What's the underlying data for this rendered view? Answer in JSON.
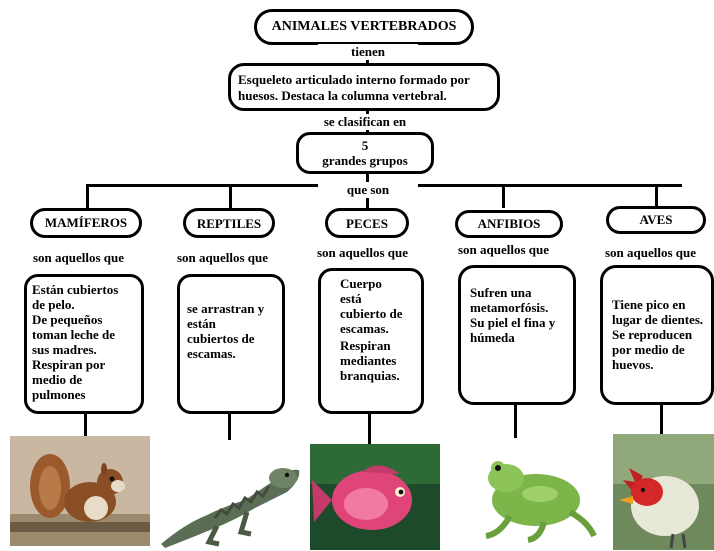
{
  "title": "ANIMALES VERTEBRADOS",
  "link_tienen": "tienen",
  "description": [
    "Esqueleto articulado interno formado por",
    "huesos.  Destaca la columna vertebral."
  ],
  "link_se_clasifican": "se clasifican en",
  "groups_count": "5",
  "groups_label": "grandes grupos",
  "link_que_son": "que son",
  "link_son_aquellos": "son aquellos que",
  "groups": [
    {
      "name": "MAMÍFEROS",
      "description": [
        "Están cubiertos",
        "de pelo.",
        "De pequeños",
        "toman leche de",
        "sus madres.",
        "Respiran por",
        "medio de",
        "pulmones"
      ],
      "image_icon": "squirrel-photo"
    },
    {
      "name": "REPTILES",
      "description": [
        "se arrastran y",
        "están",
        "cubiertos de",
        "escamas."
      ],
      "image_icon": "iguana-photo"
    },
    {
      "name": "PECES",
      "description": [
        "Cuerpo",
        "está",
        "cubierto de",
        "escamas.",
        "Respiran",
        "mediantes",
        "branquias."
      ],
      "image_icon": "fish-photo"
    },
    {
      "name": "ANFIBIOS",
      "description": [
        "Sufren una",
        "metamorfósis.",
        "Su piel el fina y",
        "húmeda"
      ],
      "image_icon": "frog-photo"
    },
    {
      "name": "AVES",
      "description": [
        "Tiene pico en",
        "lugar de dientes.",
        "Se reproducen",
        "por medio de",
        "huevos."
      ],
      "image_icon": "bird-photo"
    }
  ]
}
